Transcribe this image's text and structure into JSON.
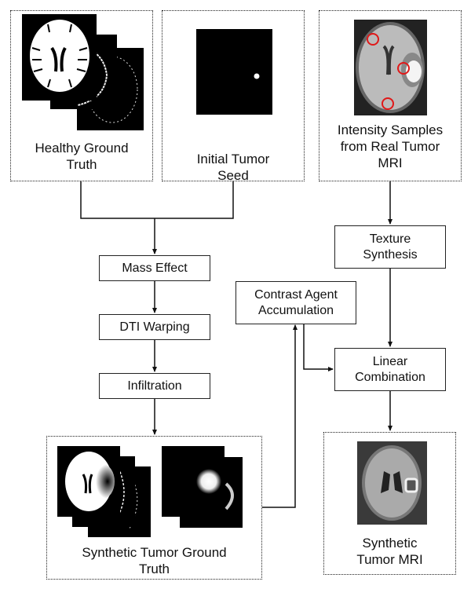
{
  "diagram": {
    "inputs": {
      "healthy": {
        "label_line1": "Healthy Ground",
        "label_line2": "Truth"
      },
      "seed": {
        "label_line1": "Initial Tumor",
        "label_line2": "Seed"
      },
      "intensity": {
        "label_line1": "Intensity Samples",
        "label_line2": "from Real Tumor",
        "label_line3": "MRI"
      }
    },
    "steps": {
      "mass_effect": "Mass Effect",
      "dti_warping": "DTI Warping",
      "infiltration": "Infiltration",
      "texture_line1": "Texture",
      "texture_line2": "Synthesis",
      "contrast_line1": "Contrast Agent",
      "contrast_line2": "Accumulation",
      "linear_line1": "Linear",
      "linear_line2": "Combination"
    },
    "outputs": {
      "synthetic_gt": {
        "label_line1": "Synthetic Tumor Ground",
        "label_line2": "Truth"
      },
      "synthetic_mri": {
        "label_line1": "Synthetic",
        "label_line2": "Tumor MRI"
      }
    },
    "colors": {
      "sample_circle": "#e01818",
      "line": "#111111"
    }
  }
}
